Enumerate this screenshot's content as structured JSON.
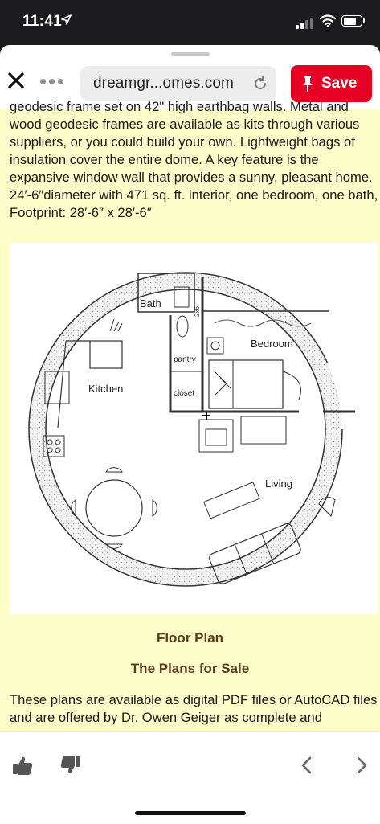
{
  "status_bar": {
    "time": "11:41",
    "icons": [
      "location-arrow-icon",
      "cellular-signal-icon",
      "wifi-icon",
      "battery-icon"
    ]
  },
  "toolbar": {
    "url_text": "dreamgr...omes.com",
    "save_label": "Save",
    "accent_color": "#e60023"
  },
  "article": {
    "intro_text": "geodesic frame set on 42\" high earthbag walls. Metal and wood geodesic frames are available as kits through various suppliers, or you could build your own. Lightweight bags of insulation cover the entire dome. A key feature is the expansive window wall that provides a sunny, pleasant home. 24′-6″diameter with 471 sq. ft. interior, one bedroom, one bath, Footprint: 28′-6″ x 28′-6″",
    "floor_plan": {
      "labels": {
        "bath": "Bath",
        "bedroom": "Bedroom",
        "kitchen": "Kitchen",
        "living": "Living",
        "pantry": "pantry",
        "closet": "closet",
        "dim": "2x6"
      }
    },
    "caption_floor_plan": "Floor Plan",
    "caption_plans_sale": "The Plans for Sale",
    "outro_text": "These plans are available as digital PDF files or AutoCAD files and are offered by Dr. Owen Geiger as complete and"
  },
  "bottom_bar": {
    "icons": [
      "thumbs-up-icon",
      "thumbs-down-icon",
      "back-chevron-icon",
      "forward-chevron-icon"
    ]
  }
}
